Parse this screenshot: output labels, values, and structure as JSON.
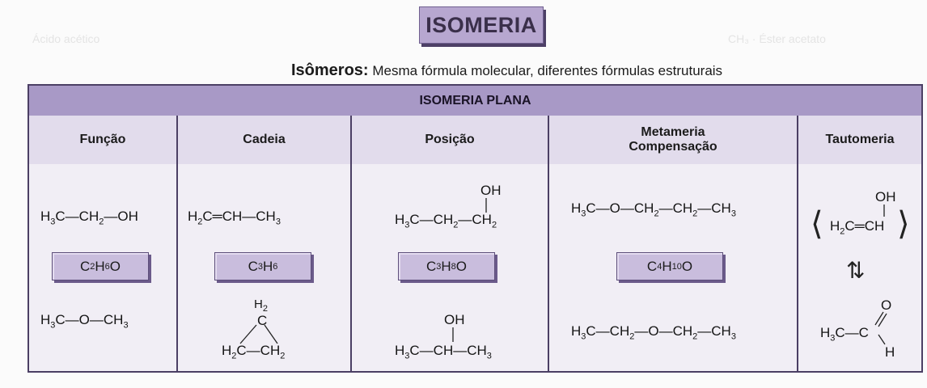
{
  "title": "ISOMERIA",
  "subtitle": {
    "term": "Isômeros:",
    "text": "Mesma fórmula molecular, diferentes fórmulas estruturais"
  },
  "table": {
    "section_title": "ISOMERIA PLANA",
    "columns": [
      {
        "header": "Função"
      },
      {
        "header": "Cadeia"
      },
      {
        "header": "Posição"
      },
      {
        "header_line1": "Metameria",
        "header_line2": "Compensação"
      },
      {
        "header": "Tautomeria"
      }
    ],
    "funcao": {
      "top": "H3C—CH2—OH",
      "formula": "C2H6O",
      "bottom": "H3C—O—CH3"
    },
    "cadeia": {
      "top": "H2C═CH—CH3",
      "formula": "C3H6",
      "bottom_top": "H2",
      "bottom_c": "C",
      "bottom": "H2C—CH2"
    },
    "posicao": {
      "top_oh": "OH",
      "top": "H3C—CH2—CH2",
      "formula": "C3H8O",
      "bottom_oh": "OH",
      "bottom": "H3C—CH—CH3"
    },
    "metameria": {
      "top": "H3C—O—CH2—CH2—CH3",
      "formula": "C4H10O",
      "bottom": "H3C—CH2—O—CH2—CH3"
    },
    "tautomeria": {
      "top_oh": "OH",
      "top": "H2C═CH",
      "bottom_o": "O",
      "bottom": "H3C—C",
      "bottom_h": "H"
    }
  }
}
